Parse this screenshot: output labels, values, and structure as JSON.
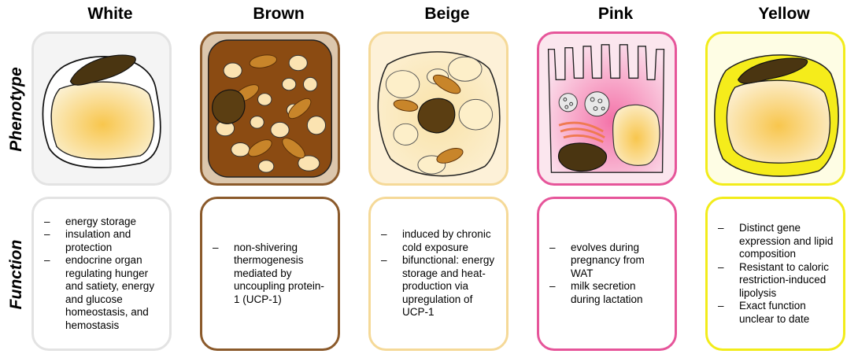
{
  "row_labels": {
    "phenotype": "Phenotype",
    "function": "Function"
  },
  "columns": [
    {
      "title": "White",
      "border": "#dcdcdc",
      "fill": "#f6f6f6",
      "functions": [
        "energy storage",
        "insulation and protection",
        "endocrine organ regulating hunger and satiety, energy and glucose homeostasis, and hemostasis"
      ]
    },
    {
      "title": "Brown",
      "border": "#8b5a2b",
      "fill": "#d9c3a8",
      "functions": [
        "non-shivering thermogenesis mediated by uncoupling protein-1 (UCP-1)"
      ]
    },
    {
      "title": "Beige",
      "border": "#f7d89a",
      "fill": "#fdf0d6",
      "functions": [
        "induced by chronic cold exposure",
        "bifunctional: energy storage and heat-production via upregulation of UCP-1"
      ]
    },
    {
      "title": "Pink",
      "border": "#e6559a",
      "fill": "#f8d3e4",
      "functions": [
        "evolves during pregnancy from WAT",
        "milk secretion during lactation"
      ]
    },
    {
      "title": "Yellow",
      "border": "#f2ec1a",
      "fill": "#fdfbd8",
      "functions": [
        "Distinct gene expression and lipid composition",
        "Resistant to caloric restriction-induced lipolysis",
        "Exact function unclear to date"
      ]
    }
  ]
}
